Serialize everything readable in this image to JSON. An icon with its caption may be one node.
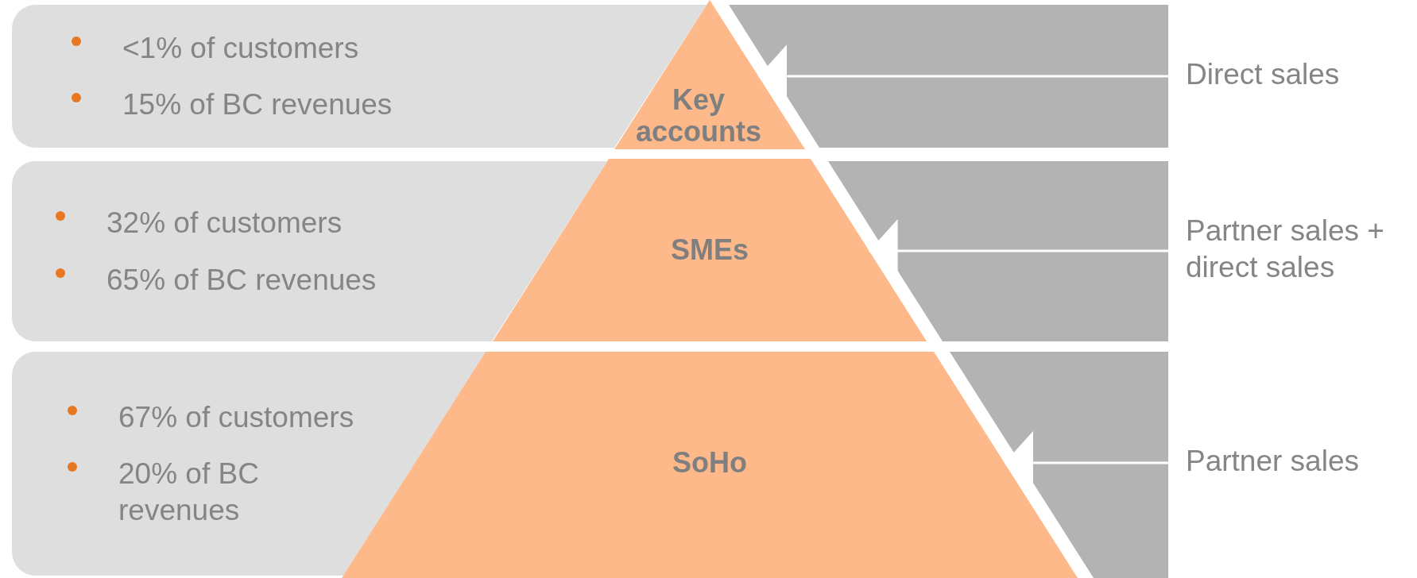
{
  "diagram": {
    "nodes": [
      {
        "text": [
          "<1% of customers",
          "15% of BC revenues"
        ]
      },
      {
        "text": [
          "Key accounts"
        ]
      },
      {
        "text": [
          "Direct sales"
        ]
      },
      {
        "text": [
          "32% of customers",
          "65% of BC revenues"
        ]
      },
      {
        "text": [
          "SMEs"
        ]
      },
      {
        "text": [
          "Partner sales + direct sales"
        ]
      },
      {
        "text": [
          "67% of customers",
          "20% of BC revenues"
        ]
      },
      {
        "text": [
          "SoHo"
        ]
      },
      {
        "text": [
          "Partner sales"
        ]
      }
    ],
    "edges": [
      {
        "from": 2,
        "to": 1,
        "arrow": "to"
      },
      {
        "from": 5,
        "to": 4,
        "arrow": "to"
      },
      {
        "from": 8,
        "to": 7,
        "arrow": "to"
      }
    ]
  }
}
